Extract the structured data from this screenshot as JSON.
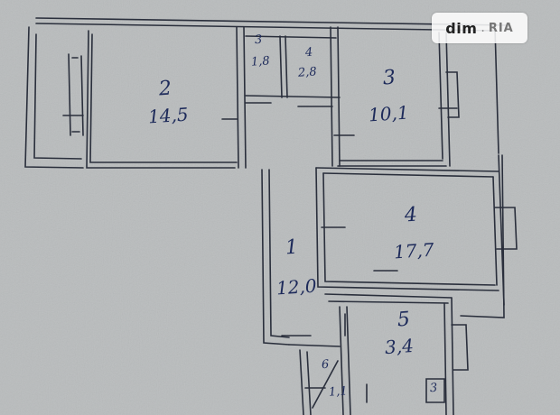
{
  "watermark": {
    "text_a": "dim",
    "separator": ".",
    "text_b": "RIA"
  },
  "rooms": [
    {
      "number": "2",
      "area": "14,5"
    },
    {
      "number": "3",
      "area": "1,8"
    },
    {
      "number": "4",
      "area": "2,8"
    },
    {
      "number": "3",
      "area": "10,1"
    },
    {
      "number": "4",
      "area": "17,7"
    },
    {
      "number": "1",
      "area": "12,0"
    },
    {
      "number": "5",
      "area": "3,4"
    },
    {
      "number": "6",
      "area": "1,1"
    },
    {
      "number": "3",
      "area": ""
    }
  ],
  "colors": {
    "paper": "#b9bcbd",
    "ink": "#1d2a5a",
    "pencil": "#2a2f3c"
  }
}
